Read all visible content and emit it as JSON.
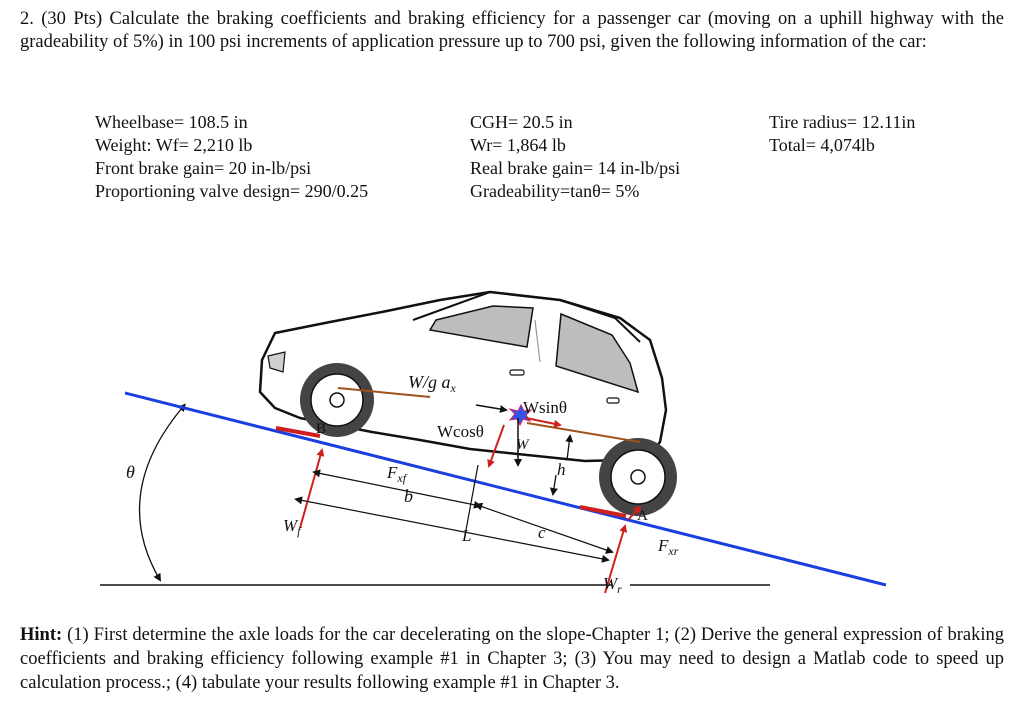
{
  "problem": {
    "text": "2. (30 Pts) Calculate the braking coefficients and braking efficiency for a passenger car (moving on a uphill highway with the gradeability of 5%) in 100 psi increments of application pressure up to 700 psi, given the following information of the car:"
  },
  "given": {
    "col1": [
      "Wheelbase= 108.5 in",
      "Weight: Wf= 2,210 lb",
      "Front brake gain= 20 in-lb/psi",
      "Proportioning valve design= 290/0.25"
    ],
    "col2": [
      "CGH= 20.5 in",
      "Wr= 1,864 lb",
      "Real brake gain= 14 in-lb/psi",
      "Gradeability=tanθ= 5%"
    ],
    "col3": [
      "Tire radius= 12.11in",
      "Total= 4,074lb"
    ]
  },
  "diagram": {
    "labels": {
      "theta": "θ",
      "wg_ax": "W/g  a",
      "wg_ax_sub": "x",
      "wsin": "Wsinθ",
      "wcos": "Wcosθ",
      "w": "W",
      "h": "h",
      "b_point": "B",
      "a_point": "A",
      "fxf": "F",
      "fxf_sub": "xf",
      "fxr": "F",
      "fxr_sub": "xr",
      "b_dim": "b",
      "l_dim": "L",
      "c_dim": "c",
      "wf": "W",
      "wf_sub": "f",
      "wr": "W",
      "wr_sub": "r"
    },
    "colors": {
      "road": "#1a3fe0",
      "force": "#d0201e",
      "brown": "#a0521c",
      "car": "#ffffff",
      "outline": "#000000",
      "cg": "#2d56e8"
    }
  },
  "hint": {
    "label": "Hint:",
    "text": " (1) First determine the axle loads for the car decelerating on the slope-Chapter 1; (2) Derive the general expression of braking coefficients and braking efficiency following example #1 in Chapter 3; (3) You may need to design a Matlab code to speed up calculation process.; (4) tabulate your results following example #1 in Chapter 3."
  }
}
